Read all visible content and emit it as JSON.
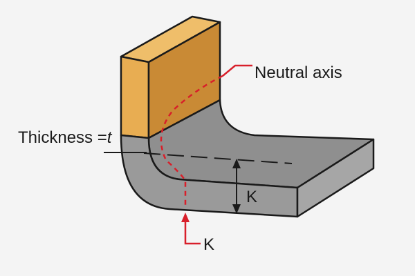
{
  "labels": {
    "neutral_axis": "Neutral axis",
    "thickness_prefix": "Thickness =",
    "thickness_var": "t",
    "k_dimension": "K",
    "k_pointer": "K"
  },
  "colors": {
    "background": "#f4f4f4",
    "flange_face": "#e8ad52",
    "flange_top": "#efbe6a",
    "flange_side": "#c98a35",
    "plate_top": "#8f8f8f",
    "plate_face": "#9a9a9a",
    "plate_side": "#a6a6a6",
    "outline": "#1a1a1a",
    "accent_red": "#d81f2a"
  }
}
